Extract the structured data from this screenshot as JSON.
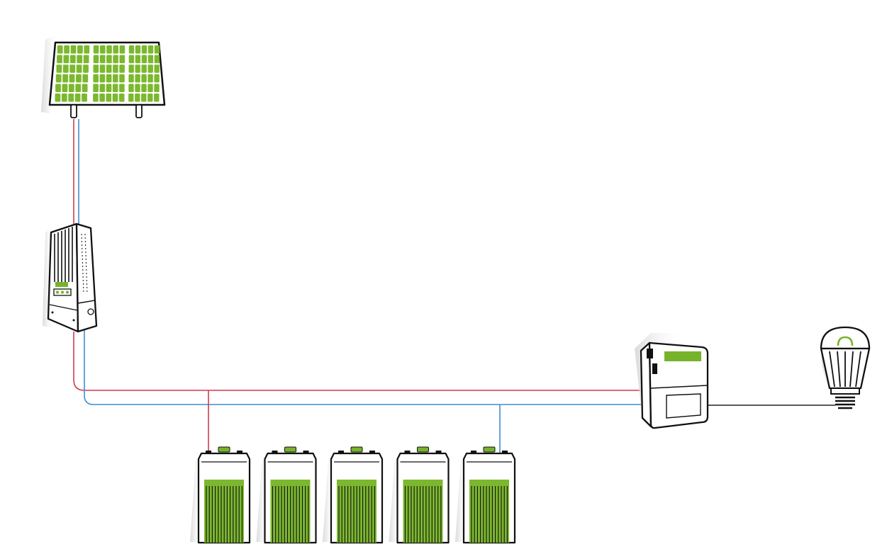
{
  "diagram": {
    "kind": "off-grid solar power system",
    "colors": {
      "accent_green": "#77b32a",
      "cell_green": "#7cb82f",
      "positive_wire": "#d23a4e",
      "negative_wire": "#3f8fce",
      "ac_wire": "#222222",
      "outline": "#111111",
      "shadow": "#e3e3e3"
    },
    "components": [
      {
        "id": "solar-panel",
        "icon": "solar-panel-icon"
      },
      {
        "id": "charge-controller",
        "icon": "charge-controller-icon"
      },
      {
        "id": "battery-bank",
        "icon": "battery-icon",
        "count": 5
      },
      {
        "id": "inverter",
        "icon": "inverter-icon"
      },
      {
        "id": "light-bulb",
        "icon": "light-bulb-icon"
      }
    ],
    "connections": [
      {
        "from": "solar-panel",
        "to": "charge-controller",
        "wires": [
          "positive",
          "negative"
        ]
      },
      {
        "from": "charge-controller",
        "to": "inverter",
        "wires": [
          "positive",
          "negative"
        ]
      },
      {
        "from": "dc-bus-positive",
        "to": "battery-bank",
        "wires": [
          "positive"
        ]
      },
      {
        "from": "dc-bus-negative",
        "to": "battery-bank",
        "wires": [
          "negative"
        ]
      },
      {
        "from": "inverter",
        "to": "light-bulb",
        "wires": [
          "ac"
        ]
      }
    ]
  }
}
